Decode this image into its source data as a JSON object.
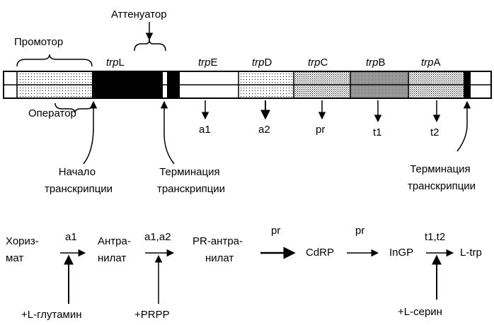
{
  "operon": {
    "attenuator_label": "Аттенуатор",
    "promoter_label": "Промотор",
    "operator_label": "Оператор",
    "genes": [
      {
        "italic": "trp",
        "letter": "L"
      },
      {
        "italic": "trp",
        "letter": "E"
      },
      {
        "italic": "trp",
        "letter": "D"
      },
      {
        "italic": "trp",
        "letter": "C"
      },
      {
        "italic": "trp",
        "letter": "B"
      },
      {
        "italic": "trp",
        "letter": "A"
      }
    ],
    "products": [
      "a1",
      "a2",
      "pr",
      "t1",
      "t2"
    ],
    "start_label": [
      "Начало",
      "транскрипции"
    ],
    "termination_label_1": [
      "Терминация",
      "транскрипции"
    ],
    "termination_label_2": [
      "Терминация",
      "транскрипции"
    ]
  },
  "pathway": {
    "steps": [
      {
        "lines": [
          "Хориз-",
          "мат"
        ]
      },
      {
        "lines": [
          "Антра-",
          "нилат"
        ]
      },
      {
        "lines": [
          "PR-антра-",
          "нилат"
        ]
      },
      {
        "lines": [
          "CdRP"
        ]
      },
      {
        "lines": [
          "InGP"
        ]
      },
      {
        "lines": [
          "L-trp"
        ]
      }
    ],
    "enzymes": [
      "a1",
      "a1,a2",
      "pr",
      "pr",
      "t1,t2"
    ],
    "cofactors": [
      "+L-глутамин",
      "+PRPP",
      "+L-серин"
    ]
  },
  "colors": {
    "ink": "#000000",
    "background": "#ffffff"
  }
}
